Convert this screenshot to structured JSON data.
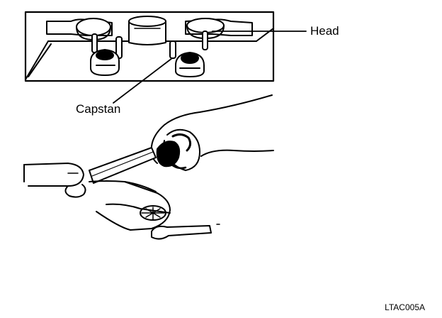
{
  "labels": {
    "head": "Head",
    "capstan": "Capstan"
  },
  "figure_code": "LTAC005A",
  "colors": {
    "ink": "#000000",
    "paper": "#ffffff"
  },
  "icons": {
    "deck": "tape-deck-illustration",
    "hand": "hand-cleaning-illustration",
    "pen": "cleaning-pen-icon"
  }
}
